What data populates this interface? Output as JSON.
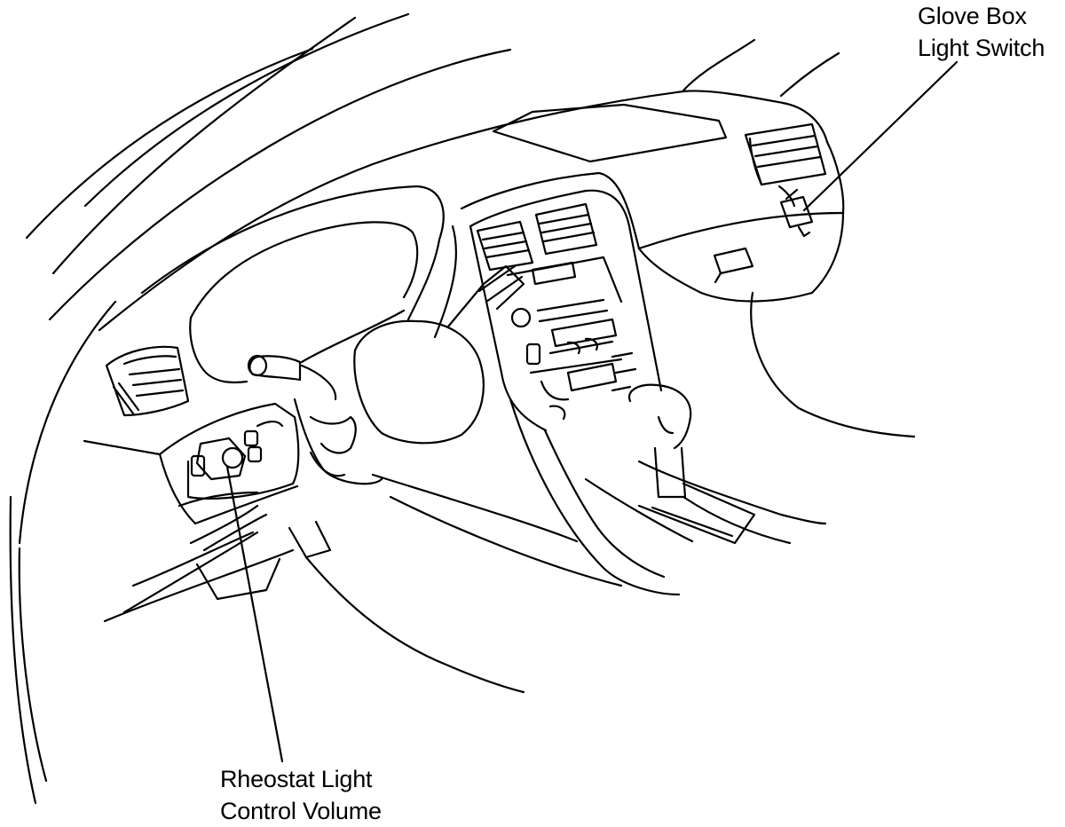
{
  "labels": {
    "glove_box_light_switch": {
      "line1": "Glove Box",
      "line2": "Light Switch"
    },
    "rheostat_light_control_volume": {
      "line1": "Rheostat Light",
      "line2": "Control Volume"
    }
  },
  "colors": {
    "ink": "#000000",
    "paper": "#ffffff"
  }
}
